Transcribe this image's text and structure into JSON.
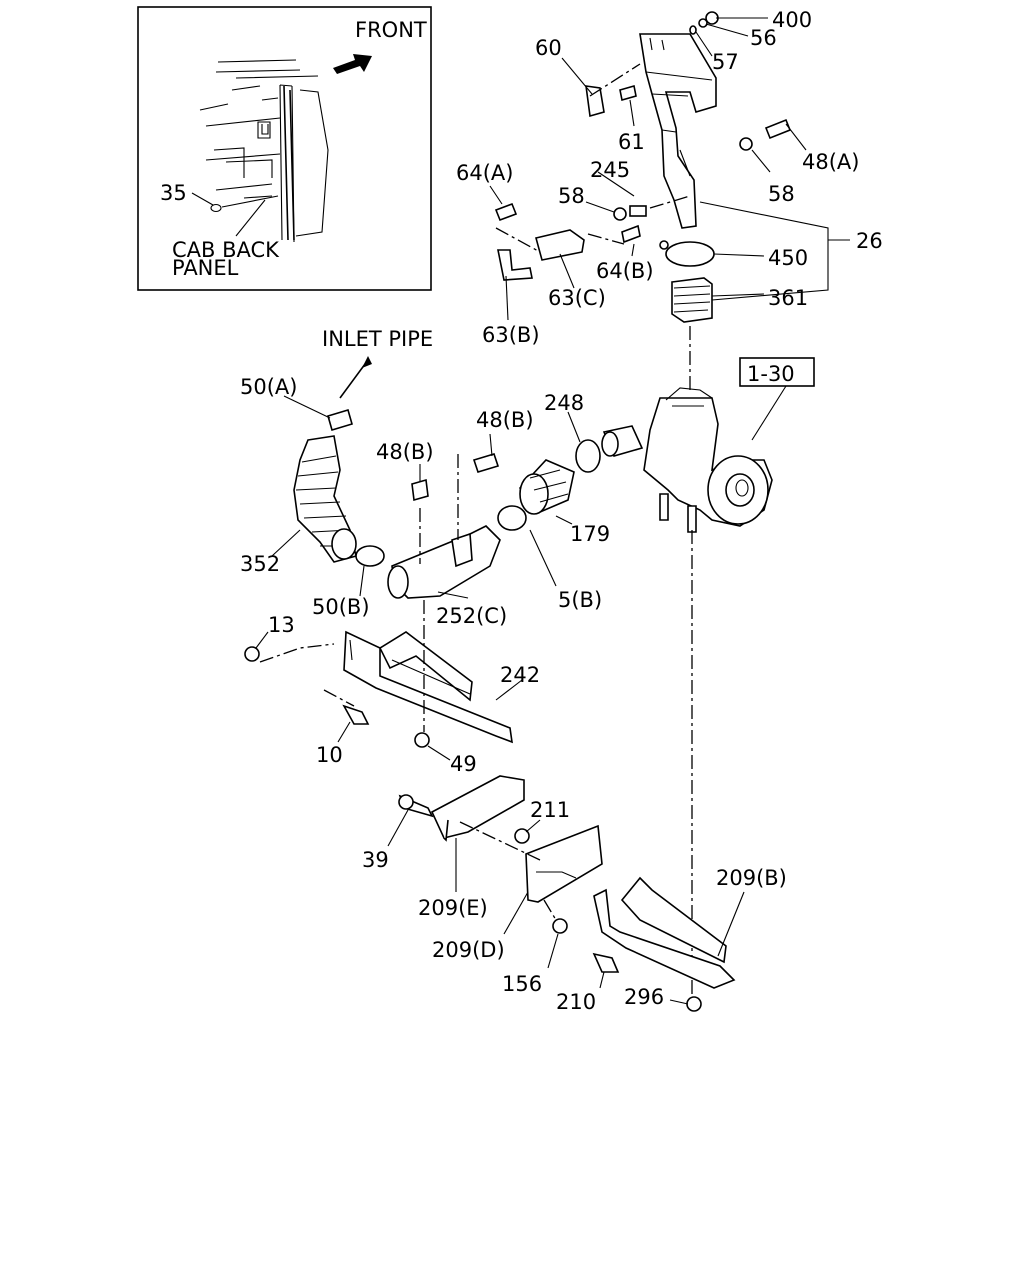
{
  "inset": {
    "front_label": "FRONT",
    "cab_back_panel_line1": "CAB BACK",
    "cab_back_panel_line2": "PANEL",
    "part_35": "35"
  },
  "callouts": {
    "inlet_pipe": "INLET PIPE",
    "assembly_ref": "1-30",
    "p400": "400",
    "p56": "56",
    "p57": "57",
    "p60": "60",
    "p61": "61",
    "p48a": "48(A)",
    "p58_right": "58",
    "p58_left": "58",
    "p245": "245",
    "p64a": "64(A)",
    "p64b": "64(B)",
    "p63c": "63(C)",
    "p63b": "63(B)",
    "p26": "26",
    "p450": "450",
    "p361": "361",
    "p248": "248",
    "p48b_right": "48(B)",
    "p48b_left": "48(B)",
    "p50a": "50(A)",
    "p352": "352",
    "p50b": "50(B)",
    "p252c": "252(C)",
    "p179": "179",
    "p5b": "5(B)",
    "p13": "13",
    "p242": "242",
    "p10": "10",
    "p49": "49",
    "p211": "211",
    "p39": "39",
    "p209e": "209(E)",
    "p209d": "209(D)",
    "p156": "156",
    "p210": "210",
    "p296": "296",
    "p209b": "209(B)"
  }
}
